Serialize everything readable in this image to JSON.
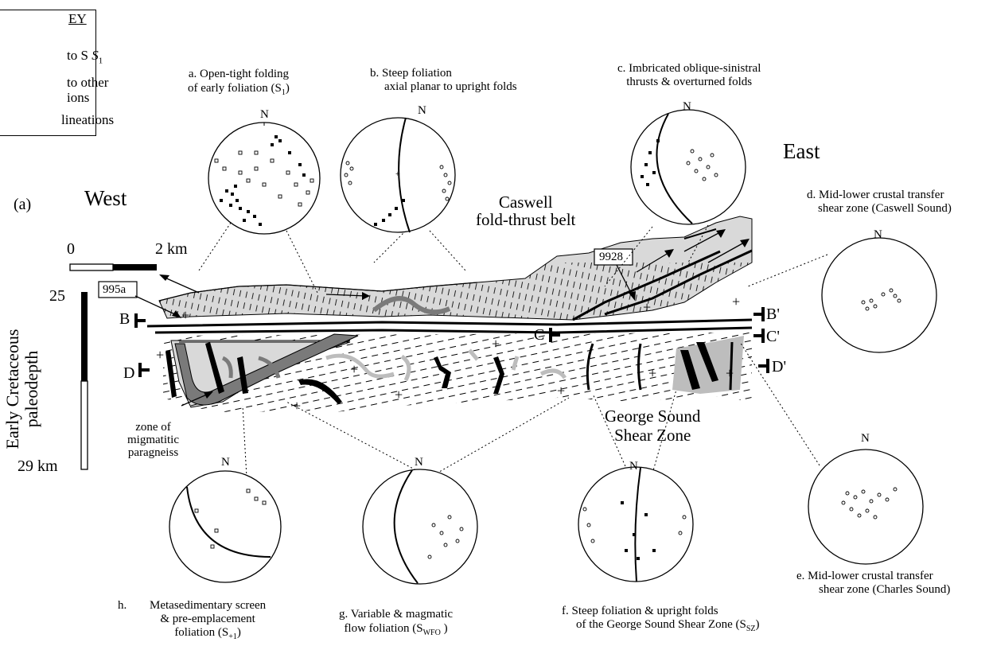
{
  "key": {
    "title": "EY",
    "lines": [
      "to S",
      "to other",
      "ions",
      "lineations"
    ],
    "s1_sub": "1"
  },
  "panel_label": "(a)",
  "west": "West",
  "east": "East",
  "scale": {
    "zero": "0",
    "max": "2 km"
  },
  "depth": {
    "top": "25",
    "bottom": "29 km",
    "label1": "Early Cretaceous",
    "label2": "paleodepth"
  },
  "samples": {
    "s1": "995a",
    "s2": "9928"
  },
  "caswell": {
    "line1": "Caswell",
    "line2": "fold-thrust belt"
  },
  "george": {
    "line1": "George Sound",
    "line2": "Shear Zone"
  },
  "migmatitic": {
    "line1": "zone of",
    "line2": "migmatitic",
    "line3": "paragneiss"
  },
  "sections": {
    "B": "B",
    "Bp": "B'",
    "C": "C",
    "Cp": "C'",
    "D": "D",
    "Dp": "D'"
  },
  "north": "N",
  "panels": {
    "a": {
      "l1": "a. Open-tight folding",
      "l2": "of early foliation (S",
      "sub": "1",
      "end": ")"
    },
    "b": {
      "l1": "b.  Steep foliation",
      "l2": "axial planar to upright folds"
    },
    "c": {
      "l1": "c.  Imbricated oblique-sinistral",
      "l2": "thrusts & overturned folds"
    },
    "d": {
      "l1": "d.  Mid-lower crustal transfer",
      "l2": "shear zone (Caswell Sound)"
    },
    "e": {
      "l1": "e.  Mid-lower crustal transfer",
      "l2": "shear zone (Charles Sound)"
    },
    "f": {
      "l1": "f.  Steep foliation & upright folds",
      "l2": "of the George Sound Shear Zone (S",
      "sub": "SZ",
      "end": ")"
    },
    "g": {
      "l1": "g.   Variable & magmatic",
      "l2": "flow foliation (S",
      "sub": "WFO",
      "end": " )"
    },
    "h": {
      "l1": "h.",
      "l2": "Metasedimentary screen",
      "l3": "& pre-emplacement",
      "l4": "foliation (S",
      "sub": "+1",
      "end": ")"
    }
  },
  "colors": {
    "black": "#000000",
    "lightgray": "#d9d9d9",
    "midgray": "#bdbdbd",
    "darkgray": "#7a7a7a",
    "white": "#ffffff"
  }
}
